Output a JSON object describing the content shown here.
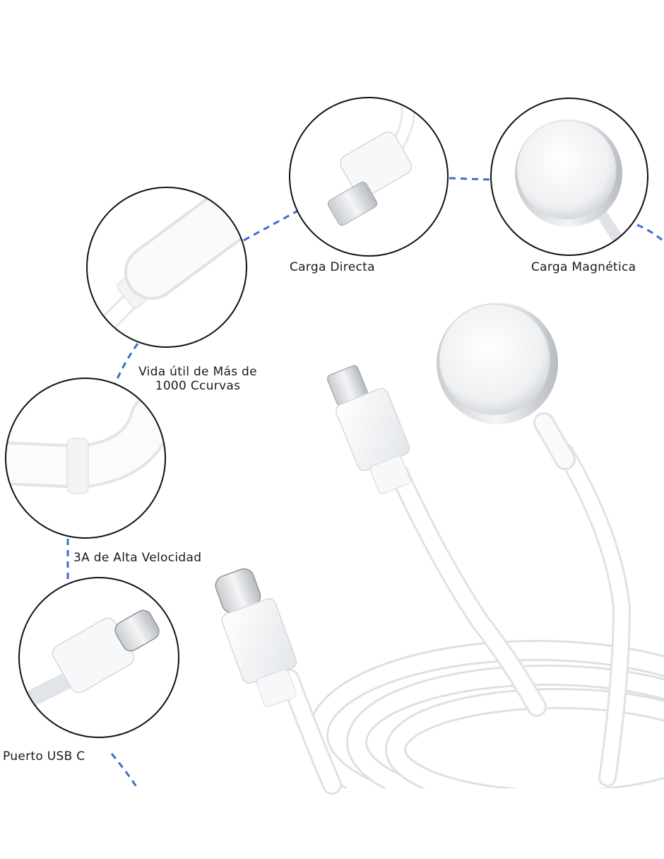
{
  "features": {
    "direct_charge": "Carga Directa",
    "magnetic_charge": "Carga Magnética",
    "lifespan_line1": "Vida útil de Más de",
    "lifespan_line2": "1000 Ccurvas",
    "high_speed": "3A de Alta Velocidad",
    "usb_c_port": "Puerto USB C"
  },
  "colors": {
    "connector_dash": "#3b6fd1",
    "circle_stroke": "#111111",
    "cable_white": "#ffffff",
    "cable_shade": "#d9dde2"
  }
}
